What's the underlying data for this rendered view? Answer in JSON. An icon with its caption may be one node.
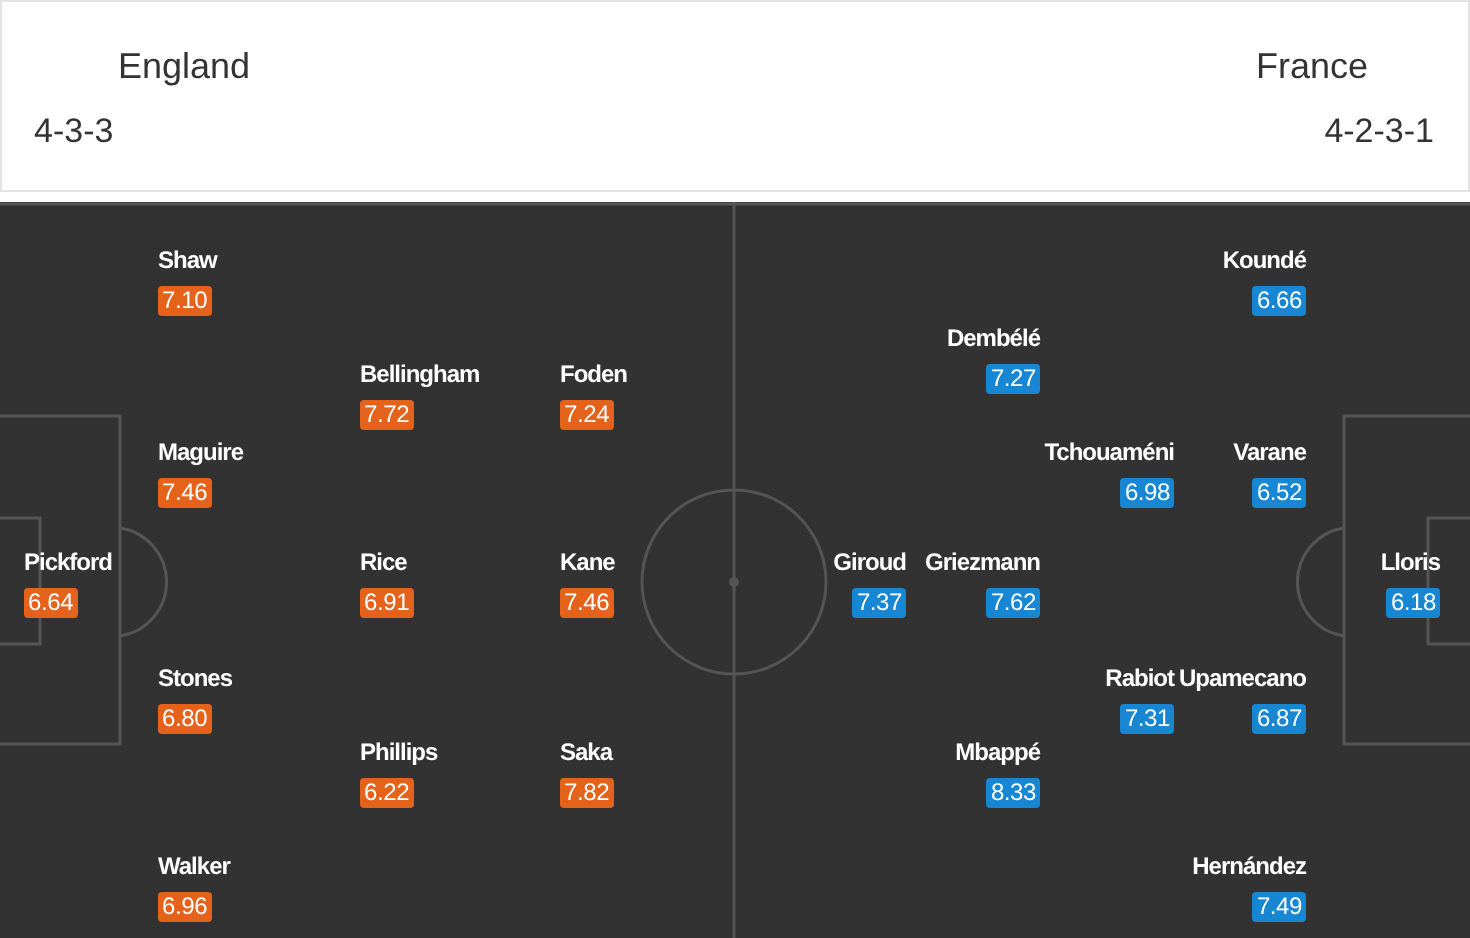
{
  "diagram": {
    "nodes": [
      {
        "text": [
          "Shaw",
          "7.10"
        ]
      },
      {
        "text": [
          "Koundé",
          "6.66"
        ]
      },
      {
        "text": [
          "Dembélé",
          "7.27"
        ]
      },
      {
        "text": [
          "Bellingham",
          "7.72"
        ]
      },
      {
        "text": [
          "Foden",
          "7.24"
        ]
      },
      {
        "text": [
          "Maguire",
          "7.46"
        ]
      },
      {
        "text": [
          "Tchouaméni",
          "6.98"
        ]
      },
      {
        "text": [
          "Varane",
          "6.52"
        ]
      },
      {
        "text": [
          "Pickford",
          "6.64"
        ]
      },
      {
        "text": [
          "Rice",
          "6.91"
        ]
      },
      {
        "text": [
          "Kane",
          "7.46"
        ]
      },
      {
        "text": [
          "Giroud",
          "7.37"
        ]
      },
      {
        "text": [
          "Griezmann",
          "7.62"
        ]
      },
      {
        "text": [
          "Lloris",
          "6.18"
        ]
      },
      {
        "text": [
          "Stones",
          "6.80"
        ]
      },
      {
        "text": [
          "Rabiot",
          "7.31"
        ]
      },
      {
        "text": [
          "Upamecano",
          "6.87"
        ]
      },
      {
        "text": [
          "Phillips",
          "6.22"
        ]
      },
      {
        "text": [
          "Saka",
          "7.82"
        ]
      },
      {
        "text": [
          "Mbappé",
          "8.33"
        ]
      },
      {
        "text": [
          "Walker",
          "6.96"
        ]
      },
      {
        "text": [
          "Hernández",
          "7.49"
        ]
      }
    ],
    "labels": [
      "England",
      "France",
      "4-3-3",
      "4-2-3-1"
    ]
  }
}
